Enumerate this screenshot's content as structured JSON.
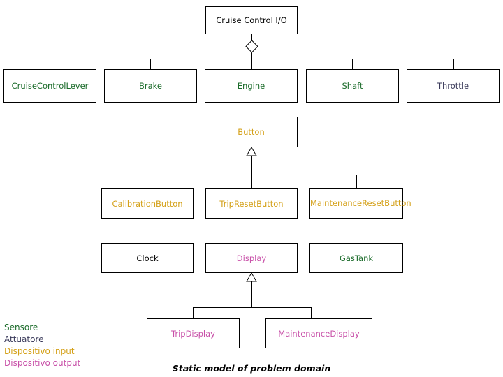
{
  "diagram": {
    "title": "Static model of problem domain",
    "caption": "Static model of problem domain",
    "colors": {
      "sensore": "#1b6b2a",
      "attuatore": "#3a3a5a",
      "dispositivo_input": "#d4a017",
      "dispositivo_output": "#c850a8",
      "neutral": "#000000",
      "line": "#000000",
      "background": "#ffffff"
    },
    "root": {
      "label": "Cruise Control I/O",
      "color": "#000000"
    },
    "aggregation_children": [
      {
        "label": "CruiseControlLever",
        "color": "#1b6b2a",
        "category": "sensore",
        "wrap": true
      },
      {
        "label": "Brake",
        "color": "#1b6b2a",
        "category": "sensore"
      },
      {
        "label": "Engine",
        "color": "#1b6b2a",
        "category": "sensore"
      },
      {
        "label": "Shaft",
        "color": "#1b6b2a",
        "category": "sensore"
      },
      {
        "label": "Throttle",
        "color": "#3a3a5a",
        "category": "attuatore"
      }
    ],
    "button_parent": {
      "label": "Button",
      "color": "#d4a017",
      "category": "dispositivo_input"
    },
    "button_children": [
      {
        "label": "CalibrationButton",
        "color": "#d4a017",
        "category": "dispositivo_input"
      },
      {
        "label": "TripResetButton",
        "color": "#d4a017",
        "category": "dispositivo_input"
      },
      {
        "label": "MaintenanceResetButton",
        "color": "#d4a017",
        "category": "dispositivo_input",
        "wrap": true
      }
    ],
    "middle_row": [
      {
        "label": "Clock",
        "color": "#000000",
        "category": "neutral"
      },
      {
        "label": "Display",
        "color": "#c850a8",
        "category": "dispositivo_output"
      },
      {
        "label": "GasTank",
        "color": "#1b6b2a",
        "category": "sensore"
      }
    ],
    "display_children": [
      {
        "label": "TripDisplay",
        "color": "#c850a8",
        "category": "dispositivo_output"
      },
      {
        "label": "MaintenanceDisplay",
        "color": "#c850a8",
        "category": "dispositivo_output"
      }
    ],
    "legend": [
      {
        "label": "Sensore",
        "color": "#1b6b2a"
      },
      {
        "label": "Attuatore",
        "color": "#3a3a5a"
      },
      {
        "label": "Dispositivo input",
        "color": "#d4a017"
      },
      {
        "label": "Dispositivo output",
        "color": "#c850a8"
      }
    ]
  }
}
